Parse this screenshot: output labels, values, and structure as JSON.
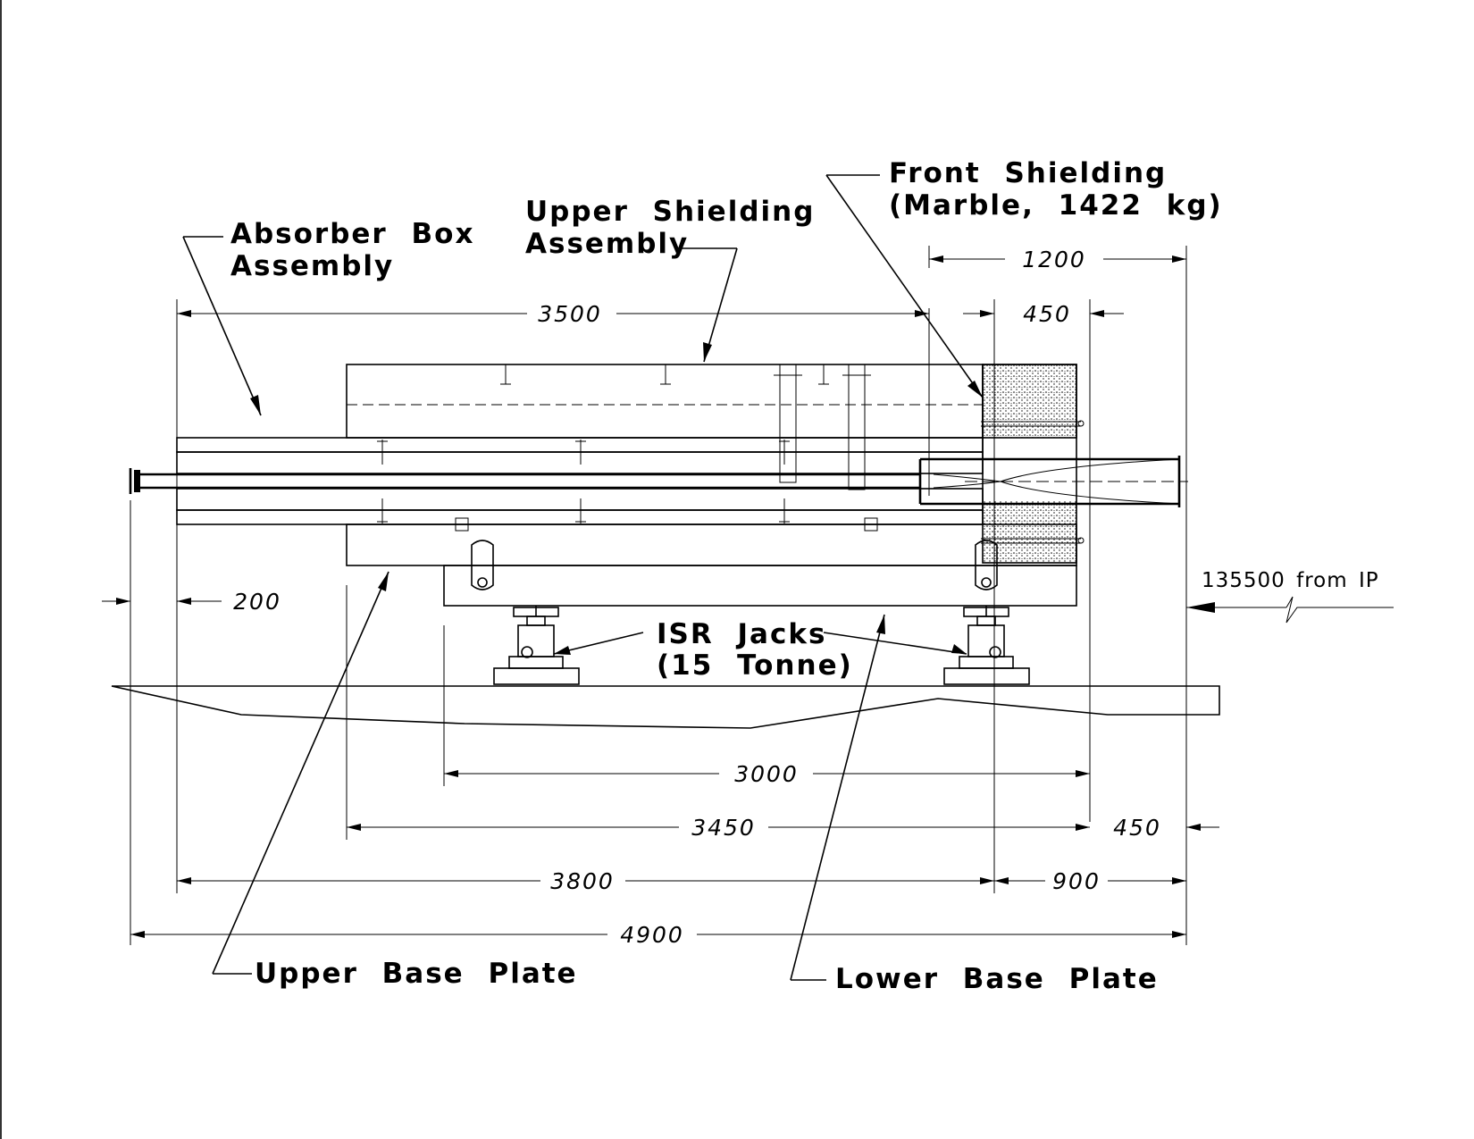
{
  "labels": {
    "absorber_box_1": "Absorber Box",
    "absorber_box_2": "Assembly",
    "upper_shielding_1": "Upper Shielding",
    "upper_shielding_2": "Assembly",
    "front_shielding_1": "Front Shielding",
    "front_shielding_2": "(Marble, 1422 kg)",
    "isr_jacks_1": "ISR Jacks",
    "isr_jacks_2": "(15 Tonne)",
    "upper_base_plate": "Upper Base Plate",
    "lower_base_plate": "Lower Base Plate",
    "ip_reference": "135500 from IP"
  },
  "dimensions": {
    "front_shielding_depth": "1200",
    "marble_width": "450",
    "absorber_box_length": "3500",
    "beam_pipe_offset": "200",
    "lower_base_plate_length": "3000",
    "upper_base_plate_length": "3450",
    "front_overhang": "450",
    "absorber_total": "3800",
    "front_section": "900",
    "overall_length": "4900"
  },
  "colors": {
    "line": "#000000",
    "background": "#ffffff"
  }
}
